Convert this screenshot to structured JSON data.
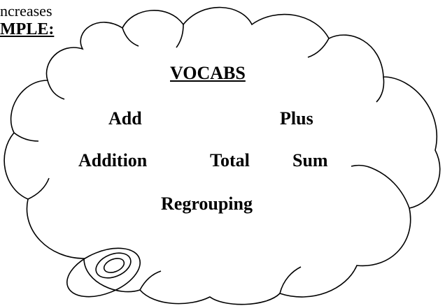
{
  "top_text": "ncreases",
  "example_heading": "MPLE:",
  "cloud": {
    "title": "VOCABS",
    "words": {
      "add": "Add",
      "plus": "Plus",
      "addition": "Addition",
      "total": "Total",
      "sum": "Sum",
      "regrouping": "Regrouping"
    }
  },
  "colors": {
    "stroke": "#000000",
    "background": "#ffffff"
  }
}
